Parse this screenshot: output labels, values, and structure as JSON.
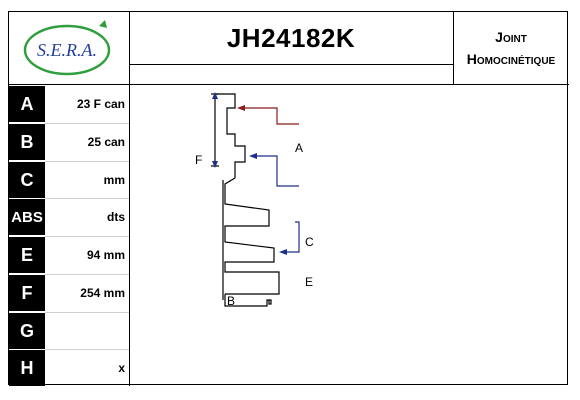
{
  "header": {
    "logo_text": "S.E.R.A.",
    "part_number": "JH24182K",
    "product_type_line1": "Joint",
    "product_type_line2": "Homocinétique"
  },
  "specs": [
    {
      "letter": "A",
      "value": "23 F can"
    },
    {
      "letter": "B",
      "value": "25 can"
    },
    {
      "letter": "C",
      "value": "mm"
    },
    {
      "letter": "ABS",
      "value": "dts"
    },
    {
      "letter": "E",
      "value": "94 mm"
    },
    {
      "letter": "F",
      "value": "254 mm"
    },
    {
      "letter": "G",
      "value": ""
    },
    {
      "letter": "H",
      "value": "x"
    }
  ],
  "diagram": {
    "labels": {
      "a": "A",
      "b": "B",
      "c": "C",
      "e": "E",
      "f": "F"
    }
  },
  "colors": {
    "logo_blue": "#1f3f9a",
    "logo_green": "#2f9e3f",
    "arrow_red": "#8b1a1a",
    "arrow_blue": "#1e2f8a"
  }
}
